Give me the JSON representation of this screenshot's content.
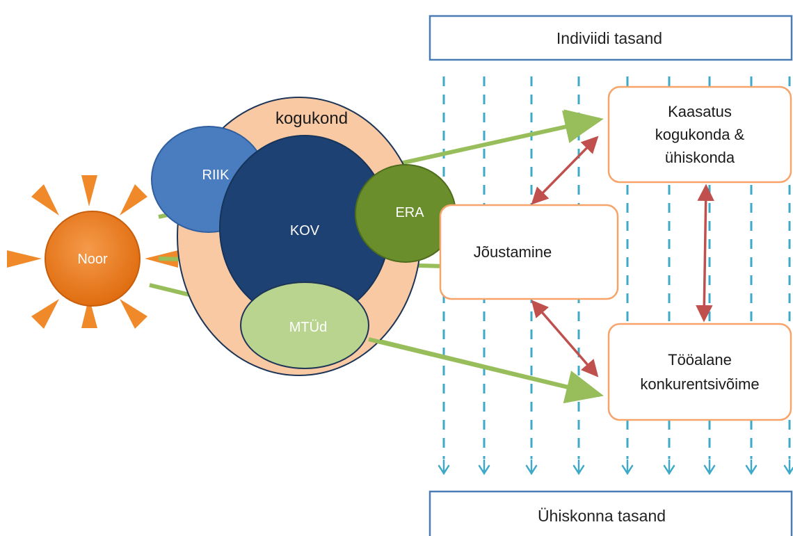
{
  "top_box": {
    "label": "Indiviidi tasand"
  },
  "bottom_box": {
    "label": "Ühiskonna tasand"
  },
  "sun": {
    "label": "Noor",
    "color": "#ee7d1f",
    "ray_color": "#f0892a"
  },
  "circles": {
    "community": {
      "label": "kogukond",
      "color": "#f9c9a4"
    },
    "state": {
      "label": "RIIK",
      "color": "#4a7cc0"
    },
    "local_gov": {
      "label": "KOV",
      "color": "#1d4173"
    },
    "private": {
      "label": "ERA",
      "color": "#6b8e2c"
    },
    "ngo": {
      "label": "MTÜd",
      "color": "#b9d48f"
    }
  },
  "boxes": {
    "inclusion": {
      "lines": [
        "Kaasatus",
        "kogukonda &",
        "ühiskonda"
      ]
    },
    "empowerment": {
      "lines": [
        "Jõustamine"
      ]
    },
    "employability": {
      "lines": [
        "Tööalane",
        "konkurentsivõime"
      ]
    }
  },
  "colors": {
    "box_border_orange": "#f7a46a",
    "box_border_blue": "#4a7cb5",
    "green_arrow": "#97be5a",
    "red_arrow": "#c0504d",
    "dashed_line": "#3fa9c9"
  }
}
